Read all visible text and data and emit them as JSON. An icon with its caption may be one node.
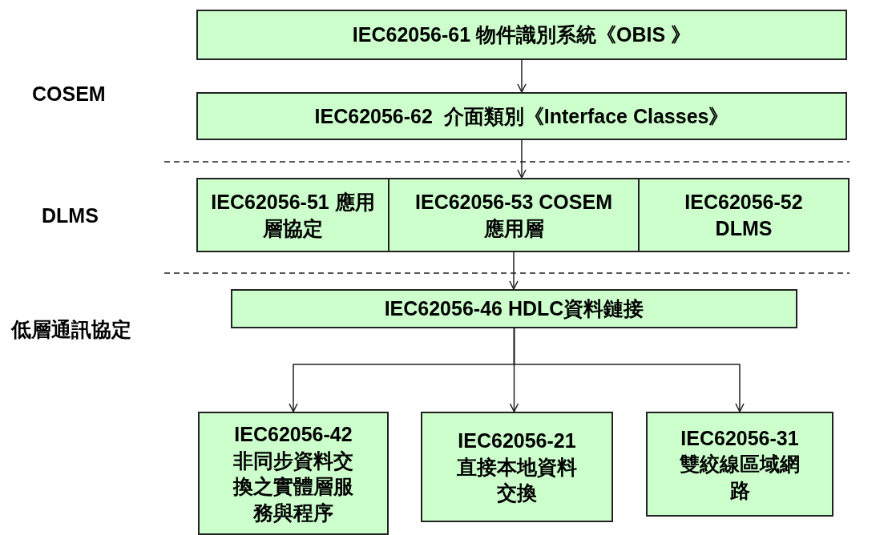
{
  "diagram": {
    "nodes": [
      {
        "text": [
          "IEC62056-61 物件識別系統《OBIS 》"
        ]
      },
      {
        "text": [
          "IEC62056-62  介面類別《Interface Classes》"
        ]
      },
      {
        "text": [
          "IEC62056-51 應用層協定"
        ]
      },
      {
        "text": [
          "IEC62056-53 COSEM應用層"
        ]
      },
      {
        "text": [
          "IEC62056-52 DLMS"
        ]
      },
      {
        "text": [
          "IEC62056-46 HDLC資料鏈接"
        ]
      },
      {
        "text": [
          "IEC62056-42 非同步資料交換之實體層服務與程序"
        ]
      },
      {
        "text": [
          "IEC62056-21 直接本地資料交換"
        ]
      },
      {
        "text": [
          "IEC62056-31 雙絞線區域網路"
        ]
      }
    ],
    "edges": [
      {
        "from": 0,
        "to": 1,
        "arrow": "to"
      },
      {
        "from": 1,
        "to": 3,
        "arrow": "to"
      },
      {
        "from": 3,
        "to": 5,
        "arrow": "to"
      },
      {
        "from": 5,
        "to": 6,
        "arrow": "to"
      },
      {
        "from": 5,
        "to": 7,
        "arrow": "to"
      },
      {
        "from": 5,
        "to": 8,
        "arrow": "to"
      }
    ],
    "labels": [
      "COSEM",
      "DLMS",
      "低層通訊協定"
    ]
  }
}
